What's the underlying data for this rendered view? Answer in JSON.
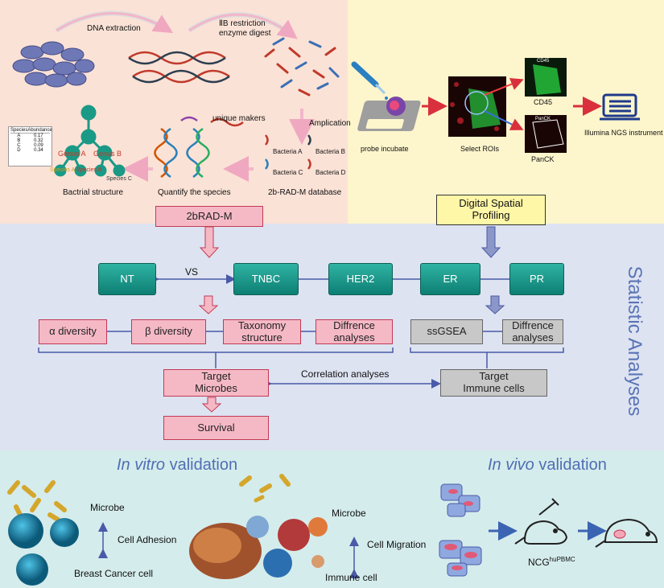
{
  "top_left": {
    "dna_extraction": "DNA extraction",
    "restriction_digest": "ⅡB restriction\nenzyme digest",
    "amplication": "Amplication",
    "unique_markers": "unique makers",
    "bactrial_structure": "Bactrial structure",
    "quantify_species": "Quantify the species",
    "database": "2b-RAD-M database",
    "bacteria": [
      "Bacteria A",
      "Bacteria B",
      "Bacteria C",
      "Bacteria D"
    ],
    "tree_labels": [
      "Genus A",
      "Genus B",
      "Species A",
      "Species B",
      "Species C"
    ],
    "abundance_table": {
      "headers": [
        "Species",
        "Abundance"
      ],
      "rows": [
        [
          "A",
          "0.17"
        ],
        [
          "B",
          "0.32"
        ],
        [
          "C",
          "0.09"
        ],
        [
          "D",
          "0.34"
        ]
      ]
    },
    "method_label": "2bRAD-M"
  },
  "top_right": {
    "probe_incubate": "probe incubate",
    "select_rois": "Select ROIs",
    "cd45": "CD45",
    "panck": "PanCK",
    "instrument": "Illumina NGS instrument",
    "method_label": "Digital Spatial\nProfiling",
    "micro_labels": [
      "CD45",
      "PanCK"
    ]
  },
  "middle": {
    "side_title": "Statistic Analyses",
    "groups": [
      "NT",
      "TNBC",
      "HER2",
      "ER",
      "PR"
    ],
    "vs": "VS",
    "left_analyses": [
      "α diversity",
      "β diversity",
      "Taxonomy\nstructure",
      "Diffrence\nanalyses"
    ],
    "right_analyses": [
      "ssGSEA",
      "Diffrence\nanalyses"
    ],
    "target_microbes": "Target\nMicrobes",
    "correlation": "Correlation analyses",
    "target_immune": "Target\nImmune cells",
    "survival": "Survival"
  },
  "bottom": {
    "in_vitro_italic": "In vitro",
    "in_vivo_italic": "In vivo",
    "validation": " validation",
    "microbe": "Microbe",
    "cell_adhesion": "Cell Adhesion",
    "breast_cancer_cell": "Breast Cancer cell",
    "microbe2": "Microbe",
    "cell_migration": "Cell Migration",
    "immune_cell": "Immune cell",
    "ncg": "NCG",
    "ncg_sup": "huPBMC"
  },
  "colors": {
    "top_left_bg": "#fbe2d6",
    "top_right_bg": "#fdf5cc",
    "middle_bg": "#dde3f1",
    "bottom_bg": "#d5ecec",
    "teal": "#17978a",
    "pink": "#f5b9c6",
    "pink_border": "#c23a55",
    "gray": "#c8c8c8",
    "yellow": "#fff7a8",
    "side_title": "#5b74b6",
    "bottom_title": "#4f6fb4"
  }
}
